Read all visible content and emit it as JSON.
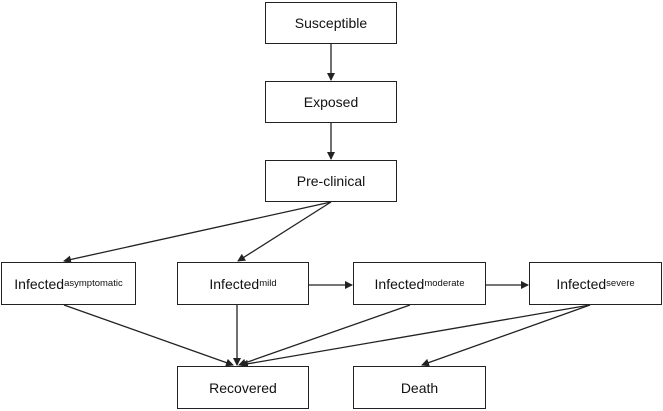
{
  "nodes": {
    "susceptible": {
      "label": "Susceptible"
    },
    "exposed": {
      "label": "Exposed"
    },
    "pre_clinical": {
      "label": "Pre-clinical"
    },
    "infected_asymptomatic": {
      "label": "Infected",
      "sub": "asymptomatic"
    },
    "infected_mild": {
      "label": "Infected",
      "sub": "mild"
    },
    "infected_moderate": {
      "label": "Infected",
      "sub": "moderate"
    },
    "infected_severe": {
      "label": "Infected",
      "sub": "severe"
    },
    "recovered": {
      "label": "Recovered"
    },
    "death": {
      "label": "Death"
    }
  },
  "edges": [
    {
      "from": "susceptible",
      "to": "exposed"
    },
    {
      "from": "exposed",
      "to": "pre_clinical"
    },
    {
      "from": "pre_clinical",
      "to": "infected_asymptomatic"
    },
    {
      "from": "pre_clinical",
      "to": "infected_mild"
    },
    {
      "from": "infected_mild",
      "to": "infected_moderate"
    },
    {
      "from": "infected_moderate",
      "to": "infected_severe"
    },
    {
      "from": "infected_asymptomatic",
      "to": "recovered"
    },
    {
      "from": "infected_mild",
      "to": "recovered"
    },
    {
      "from": "infected_moderate",
      "to": "recovered"
    },
    {
      "from": "infected_severe",
      "to": "recovered"
    },
    {
      "from": "infected_severe",
      "to": "death"
    }
  ],
  "colors": {
    "stroke": "#222222",
    "text": "#111111",
    "background": "#ffffff"
  }
}
